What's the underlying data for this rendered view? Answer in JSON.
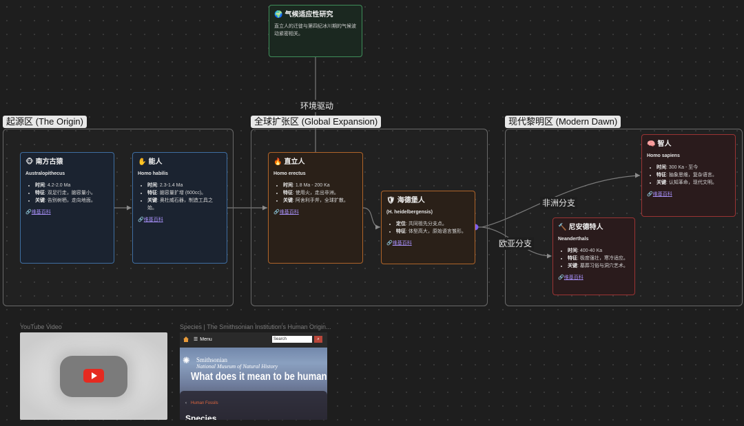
{
  "groups": {
    "origin": "起源区 (The Origin)",
    "expansion": "全球扩张区 (Global Expansion)",
    "modern": "现代黎明区 (Modern Dawn)"
  },
  "edge_labels": {
    "env_drive": "环境驱动",
    "africa_branch": "非洲分支",
    "eurasia_branch": "欧亚分支"
  },
  "cards": {
    "climate": {
      "icon": "🌍",
      "title": "气候适应性研究",
      "desc": "直立人的迁徙与第四纪冰川期的气候波动紧密相关。"
    },
    "australopithecus": {
      "icon": "🐵",
      "title": "南方古猿",
      "sub": "Australopithecus",
      "items": [
        {
          "k": "时间",
          "v": ": 4.2-2.0 Ma"
        },
        {
          "k": "特征",
          "v": ": 双足行走，脑容量小。"
        },
        {
          "k": "关键",
          "v": ": 告别树栖，走向地面。"
        }
      ],
      "link": "维基百科"
    },
    "habilis": {
      "icon": "✋",
      "title": "能人",
      "sub": "Homo habilis",
      "items": [
        {
          "k": "时间",
          "v": ": 2.3-1.4 Ma"
        },
        {
          "k": "特征",
          "v": ": 脑容量扩增 (600cc)。"
        },
        {
          "k": "关键",
          "v": ": 奥杜威石器，制造工具之始。"
        }
      ],
      "link": "维基百科"
    },
    "erectus": {
      "icon": "🔥",
      "title": "直立人",
      "sub": "Homo erectus",
      "items": [
        {
          "k": "时间",
          "v": ": 1.8 Ma - 200 Ka"
        },
        {
          "k": "特征",
          "v": ": 使用火，走出非洲。"
        },
        {
          "k": "关键",
          "v": ": 阿舍利手斧，全球扩散。"
        }
      ],
      "link": "维基百科"
    },
    "heidelbergensis": {
      "icon": "🛡",
      "title": "海德堡人",
      "sub": "(H. heidelbergensis)",
      "items": [
        {
          "k": "定位",
          "v": ": 共同祖先分支点。"
        },
        {
          "k": "特征",
          "v": ": 体型高大，原始语言雏形。"
        }
      ],
      "link": "维基百科"
    },
    "sapiens": {
      "icon": "🧠",
      "title": "智人",
      "sub": "Homo sapiens",
      "items": [
        {
          "k": "时间",
          "v": ": 300 Ka - 至今"
        },
        {
          "k": "特征",
          "v": ": 抽象思维，复杂语言。"
        },
        {
          "k": "关键",
          "v": ": 认知革命，现代文明。"
        }
      ],
      "link": "维基百科"
    },
    "neanderthals": {
      "icon": "🔨",
      "title": "尼安德特人",
      "sub": "Neanderthals",
      "items": [
        {
          "k": "时间",
          "v": ": 400-40 Ka"
        },
        {
          "k": "特征",
          "v": ": 极度强壮，寒冷适应。"
        },
        {
          "k": "关键",
          "v": ": 墓葬习俗与洞穴艺术。"
        }
      ],
      "link": "维基百科"
    }
  },
  "embeds": {
    "youtube_title": "YouTube Video",
    "web_title": "Species | The Smithsonian Institution's Human Origin...",
    "web": {
      "menu": "Menu",
      "search_placeholder": "Search",
      "brand1": "Smithsonian",
      "brand2": "National Museum of Natural History",
      "headline": "What does it mean to be human?",
      "crumb": "Human Fossils",
      "species": "Species"
    }
  },
  "colors": {
    "blue": "#3f6fa3",
    "orange": "#b0652a",
    "red": "#9c3434",
    "green": "#3f8f5a",
    "link": "#a58ef5",
    "node_dot": "#7c5cf0"
  }
}
